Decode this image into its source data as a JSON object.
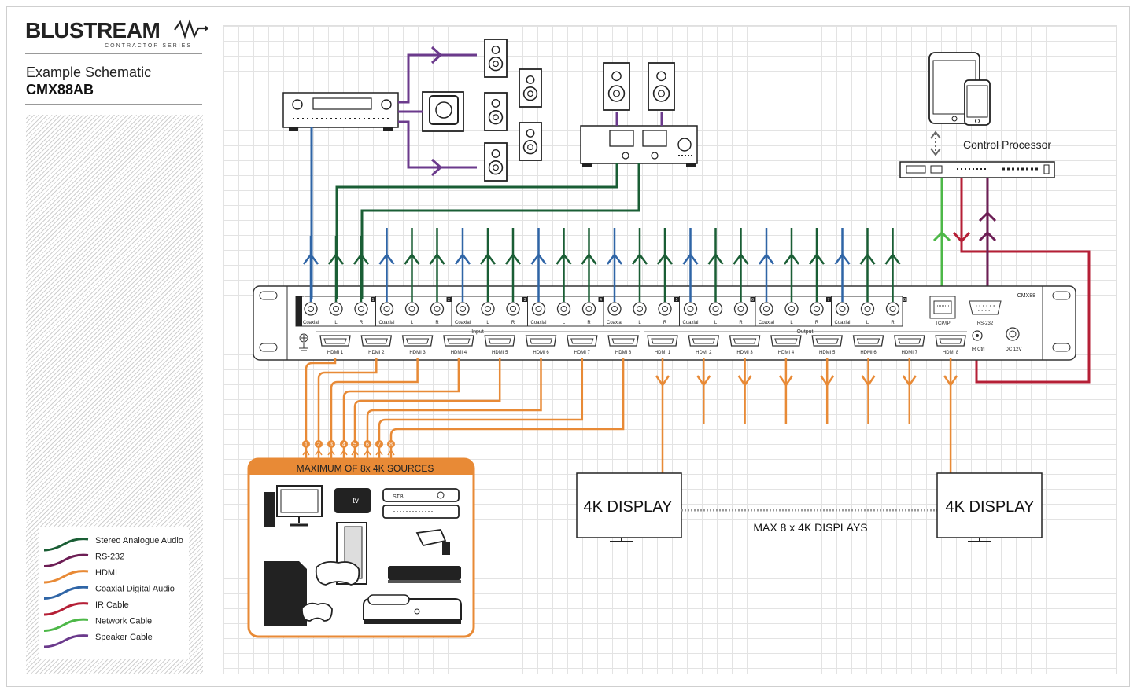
{
  "header": {
    "logo_text": "BLUSTREAM",
    "logo_subtext": "CONTRACTOR SERIES",
    "subtitle": "Example Schematic",
    "model": "CMX88AB"
  },
  "legend": {
    "items": [
      {
        "label": "Stereo Analogue Audio",
        "color": "#1a5e35"
      },
      {
        "label": "RS-232",
        "color": "#6d1e55"
      },
      {
        "label": "HDMI",
        "color": "#e88a36"
      },
      {
        "label": "Coaxial Digital Audio",
        "color": "#2f65a6"
      },
      {
        "label": "IR Cable",
        "color": "#b51f36"
      },
      {
        "label": "Network Cable",
        "color": "#4db848"
      },
      {
        "label": "Speaker Cable",
        "color": "#6b3a8c"
      }
    ]
  },
  "device": {
    "model_label": "CMX88",
    "output_label": "Output",
    "input_label": "Input",
    "output_label_side": "OUTPUT",
    "audio_groups": [
      {
        "number": "1",
        "labels": [
          "Coaxial",
          "L",
          "R"
        ]
      },
      {
        "number": "2",
        "labels": [
          "Coaxial",
          "L",
          "R"
        ]
      },
      {
        "number": "3",
        "labels": [
          "Coaxial",
          "L",
          "R"
        ]
      },
      {
        "number": "4",
        "labels": [
          "Coaxial",
          "L",
          "R"
        ]
      },
      {
        "number": "5",
        "labels": [
          "Coaxial",
          "L",
          "R"
        ]
      },
      {
        "number": "6",
        "labels": [
          "Coaxial",
          "L",
          "R"
        ]
      },
      {
        "number": "7",
        "labels": [
          "Coaxial",
          "L",
          "R"
        ]
      },
      {
        "number": "8",
        "labels": [
          "Coaxial",
          "L",
          "R"
        ]
      }
    ],
    "hdmi_inputs": [
      "HDMI 1",
      "HDMI 2",
      "HDMI 3",
      "HDMI 4",
      "HDMI 5",
      "HDMI 6",
      "HDMI 7",
      "HDMI 8"
    ],
    "hdmi_outputs": [
      "HDMI 1",
      "HDMI 2",
      "HDMI 3",
      "HDMI 4",
      "HDMI 5",
      "HDMI 6",
      "HDMI 7",
      "HDMI 8"
    ],
    "tcpip_label": "TCP/IP",
    "rs232_label": "RS-232",
    "irctrl_label": "IR Ctrl",
    "dc_label": "DC 12V"
  },
  "control": {
    "label": "Control Processor"
  },
  "sources": {
    "title": "MAXIMUM OF 8x 4K SOURCES",
    "numbers": [
      "1",
      "2",
      "3",
      "4",
      "5",
      "6",
      "7",
      "8"
    ],
    "appletv_label": "tv",
    "stb_label": "STB"
  },
  "displays": {
    "left_label": "4K DISPLAY",
    "right_label": "4K DISPLAY",
    "max_label": "MAX 8 x 4K DISPLAYS"
  }
}
